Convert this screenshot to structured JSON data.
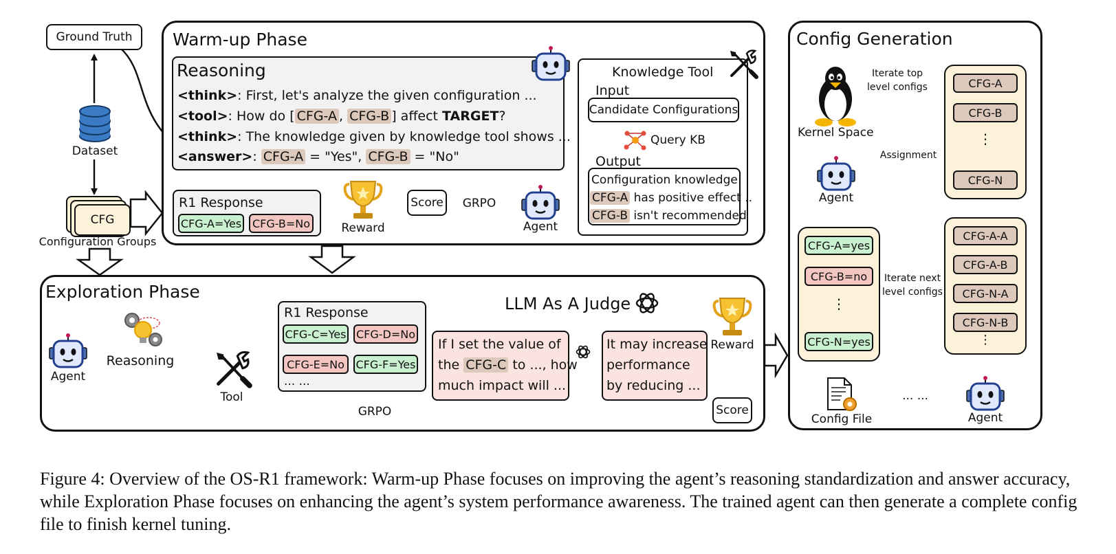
{
  "ground_truth": "Ground Truth",
  "dataset": "Dataset",
  "cfg": "CFG",
  "config_groups": "Configuration Groups",
  "warmup": {
    "title": "Warm-up Phase",
    "reasoning_title": "Reasoning",
    "l1_tag": "<think>",
    "l1_rest": ": First, let's analyze the given configuration ...",
    "l2_tag": "<tool>",
    "l2_a": ": How do [",
    "l2_cfga": "CFG-A",
    "l2_comma": ", ",
    "l2_cfgb": "CFG-B",
    "l2_b": "] affect ",
    "l2_target": "TARGET",
    "l2_q": "?",
    "l3_tag": "<think>",
    "l3_rest": ": The knowledge given by knowledge tool shows ...",
    "l4_tag": "<answer>",
    "l4_a": ": ",
    "l4_cfga": "CFG-A",
    "l4_b": " = \"Yes\", ",
    "l4_cfgb": "CFG-B",
    "l4_c": " = \"No\"",
    "r1_title": "R1 Response",
    "r1_a": "CFG-A=Yes",
    "r1_b": "CFG-B=No",
    "reward": "Reward",
    "score": "Score",
    "grpo": "GRPO",
    "agent": "Agent",
    "kt_title": "Knowledge Tool",
    "kt_input": "Input",
    "kt_candidate": "Candidate Configurations",
    "kt_query": "Query KB",
    "kt_output": "Output",
    "kt_know": "Configuration knowledge:",
    "kt_k1_cfg": "CFG-A",
    "kt_k1": " has positive effect ..",
    "kt_k2_cfg": "CFG-B",
    "kt_k2": " isn't recommended"
  },
  "exploration": {
    "title": "Exploration Phase",
    "agent": "Agent",
    "reasoning": "Reasoning",
    "tool": "Tool",
    "r1_title": "R1 Response",
    "c": "CFG-C=Yes",
    "d": "CFG-D=No",
    "e": "CFG-E=No",
    "f": "CFG-F=Yes",
    "ellipsis": "... ...",
    "judge": "LLM As A Judge",
    "q1": "If I set the value of",
    "q2a": "the ",
    "q2cfg": "CFG-C",
    "q2b": " to ..., how",
    "q3": "much impact will ...",
    "a1": "It may increase",
    "a2": "performance",
    "a3": "by reducing ...",
    "reward": "Reward",
    "score": "Score",
    "grpo": "GRPO"
  },
  "config_gen": {
    "title": "Config Generation",
    "kernel": "Kernel Space",
    "iter_top": "Iterate top\nlevel configs",
    "top_a": "CFG-A",
    "top_b": "CFG-B",
    "top_dots": "⋮",
    "top_n": "CFG-N",
    "assignment": "Assignment",
    "agent": "Agent",
    "a_yes": "CFG-A=yes",
    "b_no": "CFG-B=no",
    "mid_dots": "⋮",
    "n_yes": "CFG-N=yes",
    "iter_next": "Iterate next\nlevel configs",
    "s_aa": "CFG-A-A",
    "s_ab": "CFG-A-B",
    "s_na": "CFG-N-A",
    "s_nb": "CFG-N-B",
    "s_dots": "⋮",
    "dots_h": "... ...",
    "config_file": "Config File",
    "agent2": "Agent"
  },
  "caption": "Figure 4: Overview of the OS-R1 framework: Warm-up Phase focuses on improving the agent’s reasoning standardization and answer accuracy, while Exploration Phase focuses on enhancing the agent’s system performance awareness. The trained agent can then generate a complete config file to finish kernel tuning."
}
